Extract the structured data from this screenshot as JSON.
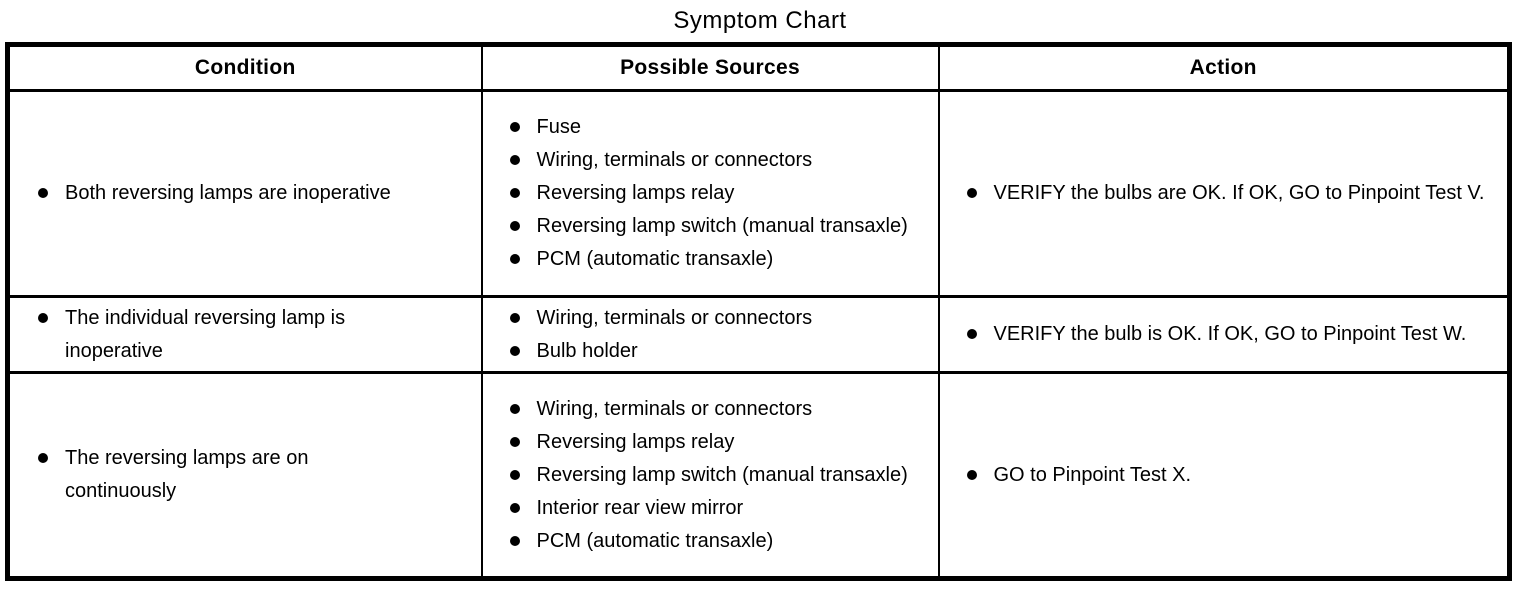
{
  "title": "Symptom Chart",
  "colors": {
    "text": "#000000",
    "border": "#000000",
    "background": "#ffffff",
    "bullet": "#000000"
  },
  "table": {
    "headers": [
      "Condition",
      "Possible Sources",
      "Action"
    ],
    "rows": [
      {
        "condition": [
          "Both reversing lamps are inoperative"
        ],
        "possible_sources": [
          "Fuse",
          "Wiring, terminals or connectors",
          "Reversing lamps relay",
          "Reversing lamp switch (manual transaxle)",
          "PCM (automatic transaxle)"
        ],
        "action": [
          "VERIFY the bulbs are OK. If OK, GO to Pinpoint Test V."
        ]
      },
      {
        "condition": [
          "The individual reversing lamp is inoperative"
        ],
        "possible_sources": [
          "Wiring, terminals or connectors",
          "Bulb holder"
        ],
        "action": [
          "VERIFY the bulb is OK. If OK, GO to Pinpoint Test W."
        ]
      },
      {
        "condition": [
          "The reversing lamps are on continuously"
        ],
        "possible_sources": [
          "Wiring, terminals or connectors",
          "Reversing lamps relay",
          "Reversing lamp switch (manual transaxle)",
          "Interior rear view mirror",
          "PCM (automatic transaxle)"
        ],
        "action": [
          "GO to Pinpoint Test X."
        ]
      }
    ]
  }
}
